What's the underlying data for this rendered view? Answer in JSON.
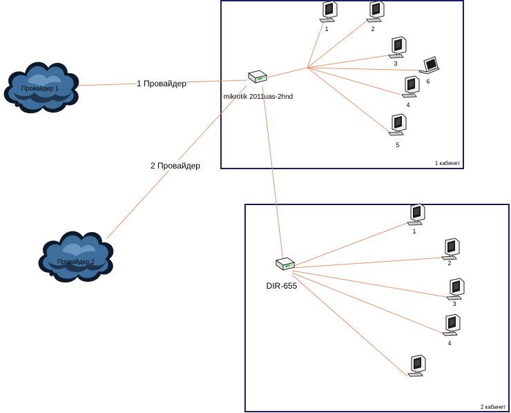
{
  "colors": {
    "link": "#e8926a",
    "room_border": "#1a1a6e",
    "cloud_fill": "#3e6f9c",
    "cloud_edge": "#0d1a29"
  },
  "clouds": {
    "provider1": "Провайдер 1",
    "provider2": "Провайдер 2"
  },
  "links": {
    "provider1": "1 Провайдер",
    "provider2": "2 Провайдер"
  },
  "routers": {
    "main": "mikrotik 2011uas-2hnd",
    "secondary": "DIR-655"
  },
  "rooms": {
    "room1": {
      "title": "1 кабинет",
      "devices": [
        {
          "label": "1",
          "icon": "desktop-computer-icon"
        },
        {
          "label": "2",
          "icon": "desktop-computer-icon"
        },
        {
          "label": "3",
          "icon": "desktop-computer-icon"
        },
        {
          "label": "4",
          "icon": "desktop-computer-icon"
        },
        {
          "label": "5",
          "icon": "desktop-computer-icon"
        },
        {
          "label": "6",
          "icon": "laptop-icon"
        }
      ]
    },
    "room2": {
      "title": "2 кабинет",
      "devices": [
        {
          "label": "1",
          "icon": "desktop-computer-icon"
        },
        {
          "label": "2",
          "icon": "desktop-computer-icon"
        },
        {
          "label": "3",
          "icon": "desktop-computer-icon"
        },
        {
          "label": "4",
          "icon": "desktop-computer-icon"
        },
        {
          "label": "",
          "icon": "desktop-computer-icon"
        }
      ]
    }
  }
}
